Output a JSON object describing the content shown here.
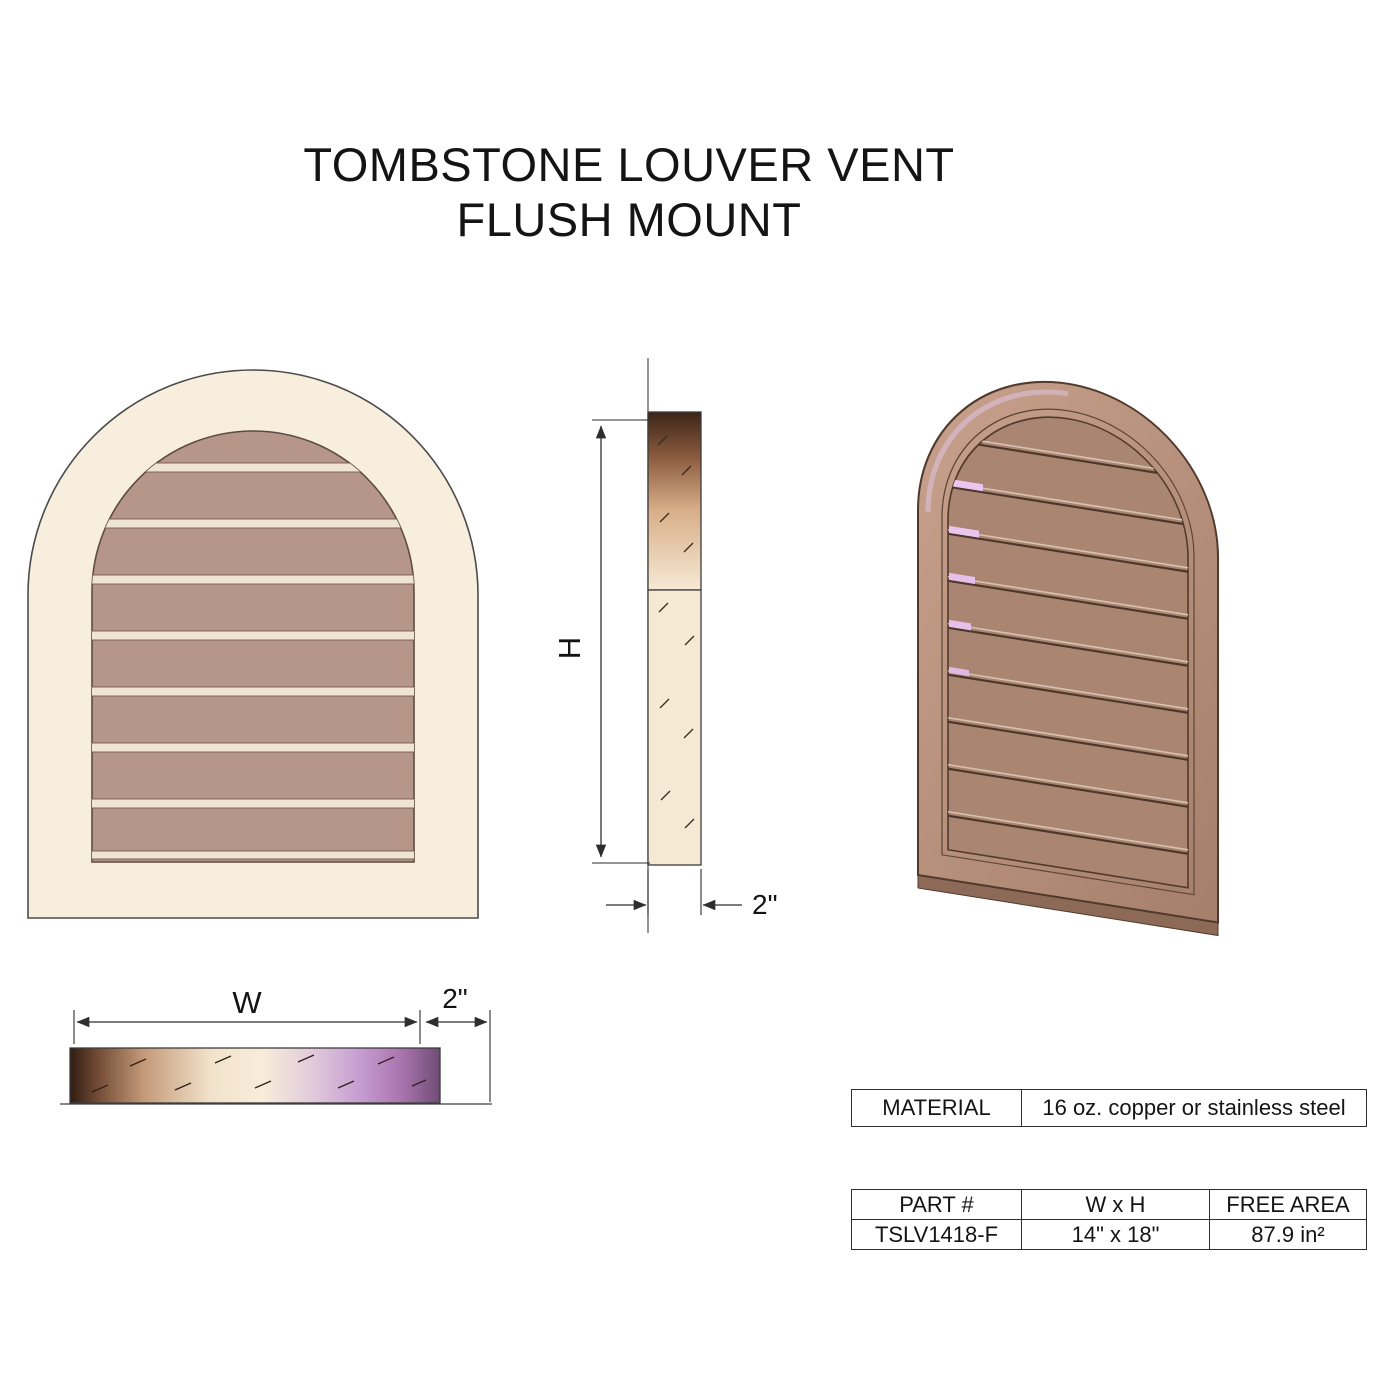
{
  "title": {
    "line1": "TOMBSTONE LOUVER VENT",
    "line2": "FLUSH MOUNT"
  },
  "dimensions": {
    "height": "H",
    "width": "W",
    "depth": "2\""
  },
  "tables": {
    "material": {
      "label": "MATERIAL",
      "value": "16 oz. copper or stainless steel"
    },
    "specs": {
      "headers": [
        "PART #",
        "W x H",
        "FREE AREA"
      ],
      "row": [
        "TSLV1418-F",
        "14\" x 18\"",
        "87.9 in²"
      ]
    }
  },
  "colors": {
    "copper": "#b7927f",
    "cream": "#f7eedd",
    "violet_sheen": "#a873ad",
    "line": "#2e2e2e"
  }
}
